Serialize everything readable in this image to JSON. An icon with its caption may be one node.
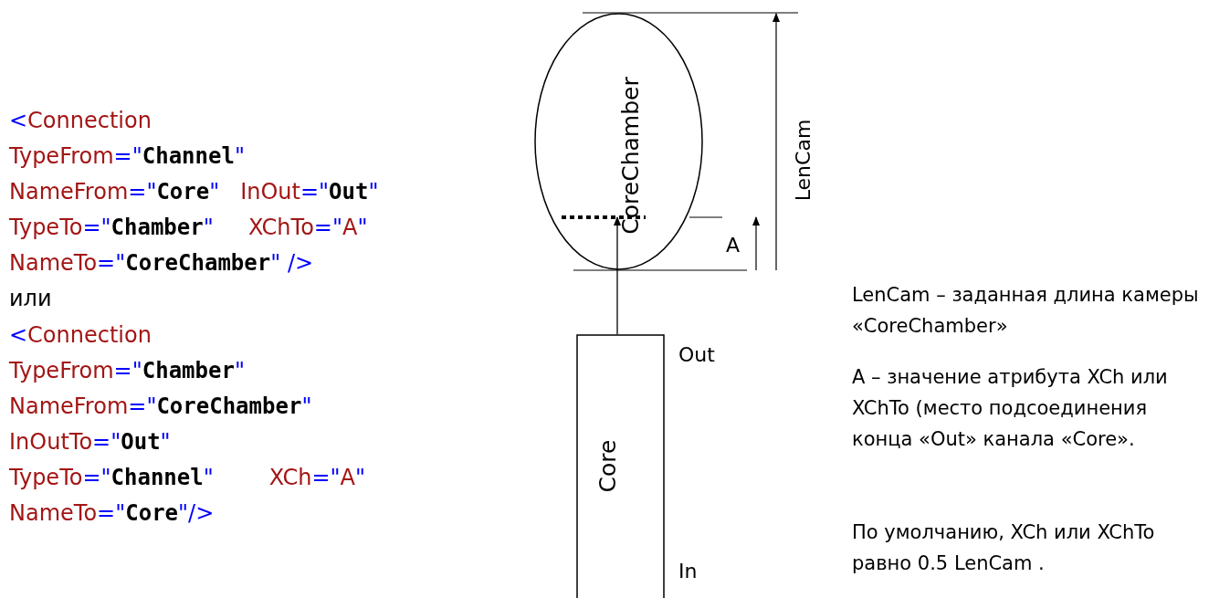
{
  "diagram": {
    "nodes": [
      {
        "text": [
          "CoreChamber"
        ]
      },
      {
        "text": [
          "Core"
        ],
        "beside": [
          "Out",
          "In"
        ]
      }
    ],
    "edges": [
      {
        "from": 1,
        "to": 0,
        "arrow": "to"
      }
    ],
    "labels": [
      "<Connection",
      "TypeFrom=\"**Channel**\"",
      "NameFrom=\"**Core**\"   InOut=\"**Out**\"",
      "TypeTo=\"**Chamber**\"     XChTo=\"A\"",
      "NameTo=\"**CoreChamber**\" />",
      "или",
      "<Connection",
      "TypeFrom=\"**Chamber**\"",
      "NameFrom=\"**CoreChamber**\"",
      "InOutTo=\"**Out**\"",
      "TypeTo=\"**Channel**\"        XCh=\"A\"",
      "NameTo=\"**Core**\"/>",
      "LenCam",
      "A",
      "LenCam – заданная длина камеры «CoreChamber»",
      "A – значение атрибута XCh или XChTo (место подсоединения конца «Out» канала «Core».",
      "По умолчанию,  XCh или XChTo равно 0.5 LenCam ."
    ]
  }
}
